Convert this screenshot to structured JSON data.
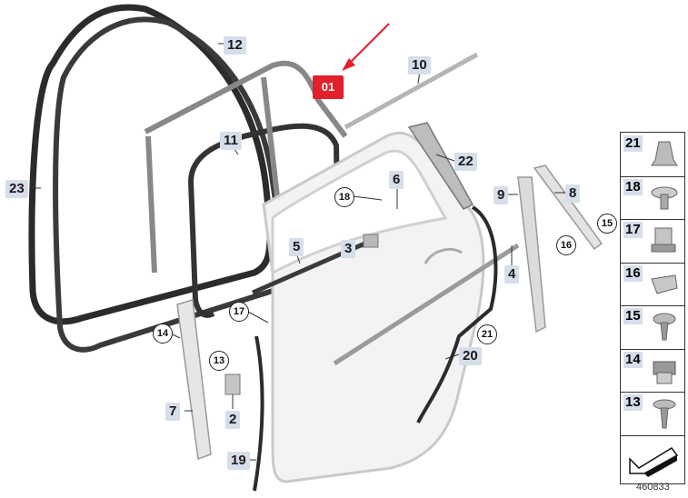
{
  "callouts": {
    "l23": "23",
    "l12": "12",
    "l11": "11",
    "l10": "10",
    "l22": "22",
    "l6": "6",
    "l5": "5",
    "l3": "3",
    "l9": "9",
    "l8": "8",
    "l4": "4",
    "l7": "7",
    "l2": "2",
    "l19": "19",
    "l20": "20"
  },
  "circles": {
    "c18": "18",
    "c17": "17",
    "c14": "14",
    "c13": "13",
    "c21": "21",
    "c15": "15",
    "c16": "16"
  },
  "badge": {
    "text": "01",
    "color": "#e2202c"
  },
  "panel": {
    "items": [
      "21",
      "18",
      "17",
      "16",
      "15",
      "14",
      "13"
    ]
  },
  "diagram_number": "460833"
}
